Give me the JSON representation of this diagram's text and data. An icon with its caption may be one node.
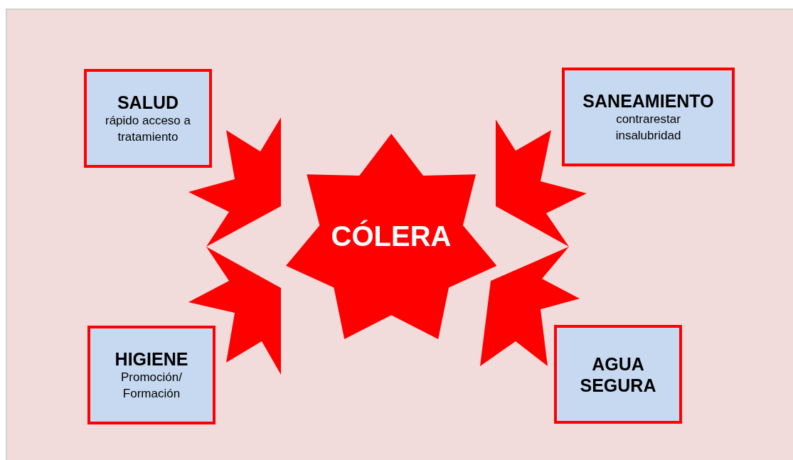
{
  "diagram": {
    "nodes": [
      {
        "text": [
          "CÓLERA"
        ]
      },
      {
        "text": [
          "SALUD",
          "rápido acceso a tratamiento"
        ]
      },
      {
        "text": [
          "SANEAMIENTO",
          "contrarestar insalubridad"
        ]
      },
      {
        "text": [
          "HIGIENE",
          "Promoción/ Formación"
        ]
      },
      {
        "text": [
          "AGUA SEGURA"
        ]
      },
      {
        "text": [],
        "shape": "burst"
      },
      {
        "text": [],
        "shape": "burst"
      },
      {
        "text": [],
        "shape": "burst"
      },
      {
        "text": [],
        "shape": "burst"
      }
    ]
  }
}
